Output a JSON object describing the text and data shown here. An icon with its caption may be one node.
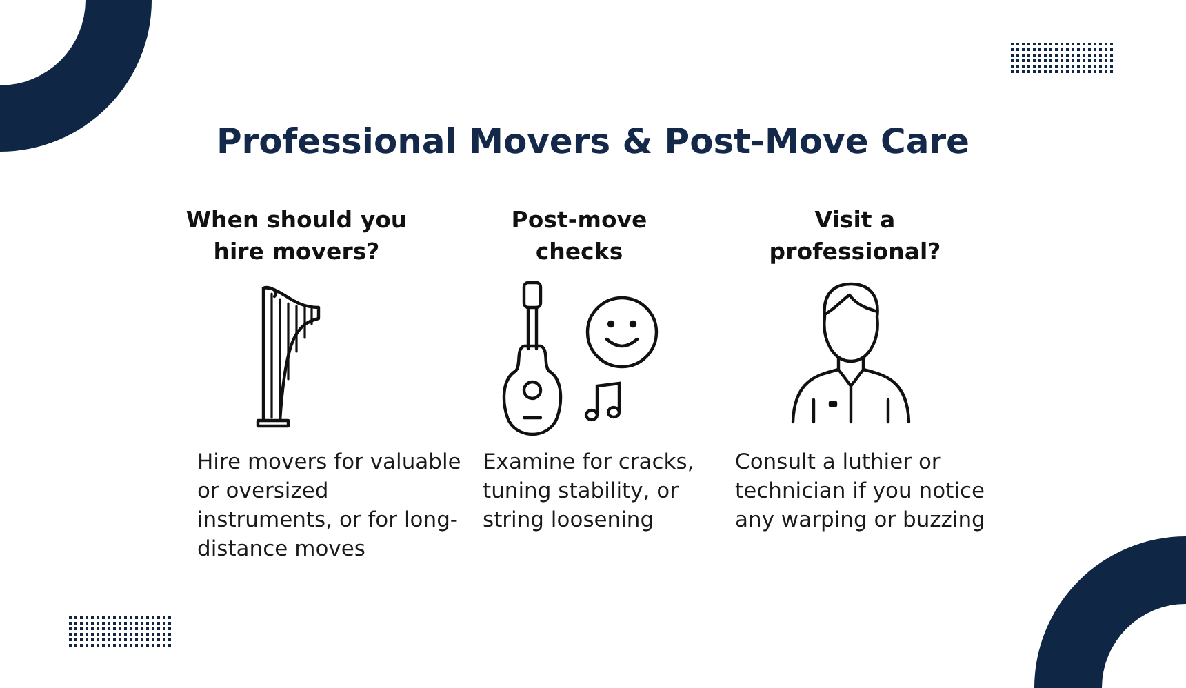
{
  "diagram": {
    "title": "Professional Movers & Post-Move Care",
    "labels": [
      "When should you hire movers?",
      "Post-move checks",
      "Visit a professional?",
      "Hire movers for valuable or oversized instruments, or for long-distance moves",
      "Examine for cracks, tuning stability, or string loosening",
      "Consult a luthier or technician if you notice any warping or buzzing"
    ]
  }
}
